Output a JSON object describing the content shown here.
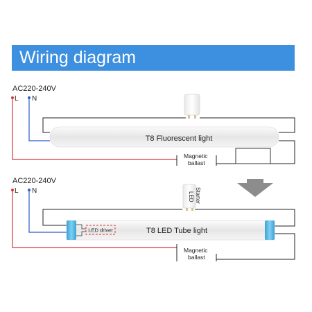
{
  "header": {
    "title": "Wiring diagram"
  },
  "colors": {
    "banner": "#3d8fe0",
    "live_wire": "#d9333a",
    "neutral_wire": "#2a5bc7",
    "wire": "#222222",
    "arrow": "#8c8c8c",
    "tube_cap": "#4fb3e3"
  },
  "top_circuit": {
    "voltage": "AC220-240V",
    "live_label": "L",
    "neutral_label": "N",
    "tube_label": "T8 Fluorescent light",
    "ballast_label_line1": "Magnetic",
    "ballast_label_line2": "ballast"
  },
  "bottom_circuit": {
    "voltage": "AC220-240V",
    "live_label": "L",
    "neutral_label": "N",
    "tube_label": "T8 LED Tube light",
    "driver_label": "LED driver",
    "starter_label_line1": "LED",
    "starter_label_line2": "Starter",
    "ballast_label_line1": "Magnetic",
    "ballast_label_line2": "ballast"
  }
}
